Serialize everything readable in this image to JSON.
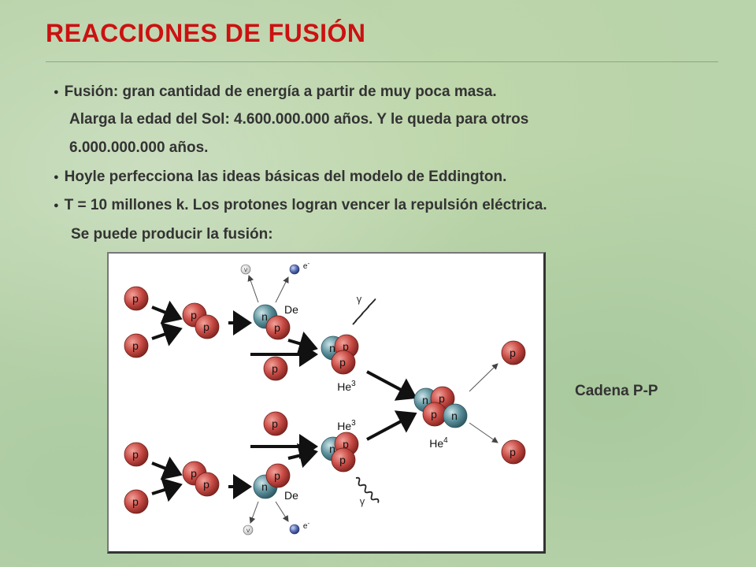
{
  "title": "REACCIONES DE FUSIÓN",
  "bullets": {
    "b1_line1": "Fusión: gran cantidad de energía a partir de muy poca masa.",
    "b1_line2": "Alarga la edad del Sol: 4.600.000.000 años. Y le queda para otros",
    "b1_line3": "6.000.000.000 años.",
    "b2": "Hoyle perfecciona las ideas básicas del modelo de Eddington.",
    "b3": "T = 10 millones k. Los protones logran vencer la repulsión eléctrica.",
    "b3_line2": "Se puede producir la fusión:"
  },
  "bullet_glyph": "●",
  "caption": "Cadena P-P",
  "diagram": {
    "proton_label": "p",
    "neutron_label": "n",
    "deuterium_label": "De",
    "helium3_label": "He",
    "helium3_sup": "3",
    "helium4_label": "He",
    "helium4_sup": "4",
    "electron_label": "e",
    "electron_sup": "-",
    "neutrino_label": "ν",
    "gamma_label": "γ"
  },
  "colors": {
    "title": "#cc1111",
    "proton": "#c84a44",
    "neutron": "#5a8f9a",
    "background": "#b9d3aa"
  }
}
